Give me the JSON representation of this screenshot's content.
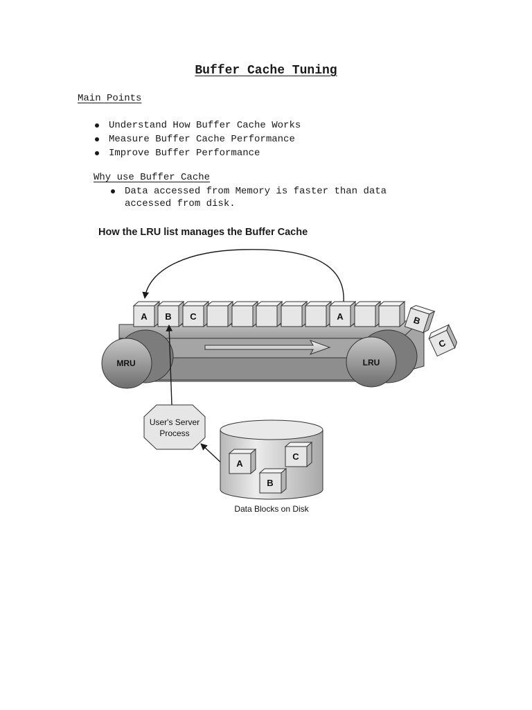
{
  "document": {
    "title": "Buffer Cache Tuning",
    "main_points_heading": "Main Points",
    "main_points": [
      "Understand How Buffer Cache Works",
      "Measure Buffer Cache Performance",
      "Improve Buffer Performance"
    ],
    "why_heading": "Why use Buffer Cache",
    "why_points": [
      "Data accessed from Memory is faster than data\naccessed from disk."
    ]
  },
  "diagram": {
    "title": "How the LRU list manages the Buffer Cache",
    "belt_blocks": [
      "A",
      "B",
      "C",
      "",
      "",
      "",
      "",
      "",
      "A",
      "",
      ""
    ],
    "falling_blocks": [
      "B",
      "C"
    ],
    "left_roller_label": "MRU",
    "right_roller_label": "LRU",
    "process_label_line1": "User's Server",
    "process_label_line2": "Process",
    "disk_blocks": [
      "A",
      "C",
      "B"
    ],
    "disk_label": "Data Blocks on Disk"
  },
  "colors": {
    "text": "#1a1a1a",
    "block_face": "#e6e6e6",
    "belt": "#9a9a9a",
    "roller": "#8a8a8a"
  }
}
